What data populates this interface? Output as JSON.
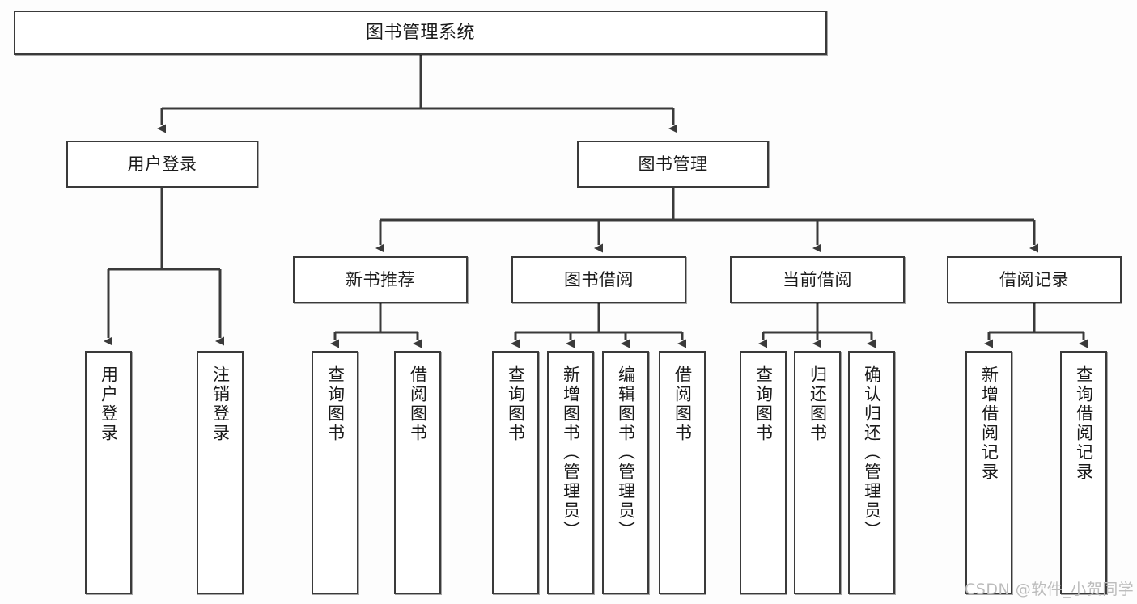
{
  "diagram": {
    "title": "图书管理系统",
    "type": "hierarchy-tree",
    "colors": {
      "node_border": "#3a3a3a",
      "node_fill": "#ffffff",
      "edge": "#3a3a3a",
      "text": "#1a1a1a",
      "background": "#fdfdfd",
      "watermark": "#bcbcbc"
    },
    "levels": {
      "level1": [
        "图书管理系统"
      ],
      "level2": [
        "用户登录",
        "图书管理"
      ],
      "level3": [
        "新书推荐",
        "图书借阅",
        "当前借阅",
        "借阅记录"
      ],
      "level4": [
        "用户登录",
        "注销登录",
        "查询图书",
        "借阅图书",
        "查询图书",
        "新增图书（管理员）",
        "编辑图书（管理员）",
        "借阅图书",
        "查询图书",
        "归还图书",
        "确认归还（管理员）",
        "新增借阅记录",
        "查询借阅记录"
      ]
    },
    "nodes": {
      "root": {
        "label": "图书管理系统"
      },
      "user_login": {
        "label": "用户登录"
      },
      "book_manage": {
        "label": "图书管理"
      },
      "new_book_rec": {
        "label": "新书推荐"
      },
      "book_borrow": {
        "label": "图书借阅"
      },
      "current_borrow": {
        "label": "当前借阅"
      },
      "borrow_record": {
        "label": "借阅记录"
      },
      "leaf_user_login": {
        "label": "用户登录"
      },
      "leaf_logout": {
        "label": "注销登录"
      },
      "leaf_query_book_a": {
        "label": "查询图书"
      },
      "leaf_borrow_book_a": {
        "label": "借阅图书"
      },
      "leaf_query_book_b": {
        "label": "查询图书"
      },
      "leaf_add_book": {
        "label": "新增图书（管理员）"
      },
      "leaf_edit_book": {
        "label": "编辑图书（管理员）"
      },
      "leaf_borrow_book_b": {
        "label": "借阅图书"
      },
      "leaf_query_book_c": {
        "label": "查询图书"
      },
      "leaf_return_book": {
        "label": "归还图书"
      },
      "leaf_confirm_return": {
        "label": "确认归还（管理员）"
      },
      "leaf_add_record": {
        "label": "新增借阅记录"
      },
      "leaf_query_record": {
        "label": "查询借阅记录"
      }
    }
  },
  "watermark": {
    "text": "CSDN @软件_小贺同学"
  }
}
